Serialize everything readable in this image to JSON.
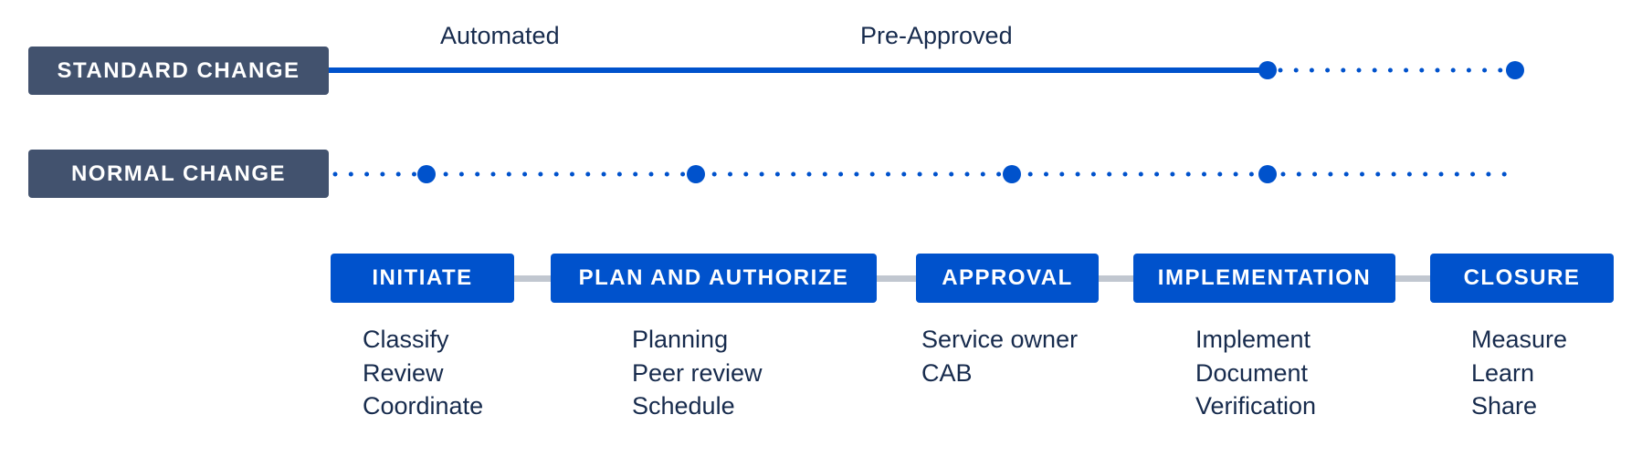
{
  "rows": {
    "standard": {
      "label": "STANDARD CHANGE",
      "annotations": [
        "Automated",
        "Pre-Approved"
      ]
    },
    "normal": {
      "label": "NORMAL CHANGE"
    }
  },
  "phases": [
    {
      "label": "INITIATE",
      "steps": [
        "Classify",
        "Review",
        "Coordinate"
      ]
    },
    {
      "label": "PLAN AND AUTHORIZE",
      "steps": [
        "Planning",
        "Peer review",
        "Schedule"
      ]
    },
    {
      "label": "APPROVAL",
      "steps": [
        "Service owner",
        "CAB"
      ]
    },
    {
      "label": "IMPLEMENTATION",
      "steps": [
        "Implement",
        "Document",
        "Verification"
      ]
    },
    {
      "label": "CLOSURE",
      "steps": [
        "Measure",
        "Learn",
        "Share"
      ]
    }
  ],
  "colors": {
    "badge_dark": "#42526e",
    "accent_blue": "#0052cc",
    "connector_gray": "#c1c7d0",
    "text": "#172b4d"
  }
}
